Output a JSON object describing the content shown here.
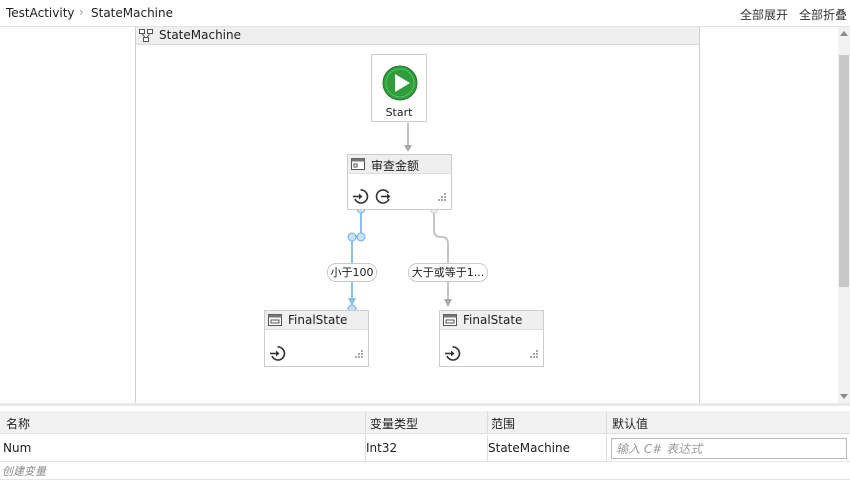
{
  "breadcrumb": {
    "root": "TestActivity",
    "current": "StateMachine"
  },
  "toolbar": {
    "expand_all": "全部展开",
    "collapse_all": "全部折叠"
  },
  "container": {
    "title": "StateMachine"
  },
  "start_node": {
    "label": "Start"
  },
  "states": {
    "review": {
      "title": "审查金额"
    },
    "final_left": {
      "title": "FinalState"
    },
    "final_right": {
      "title": "FinalState"
    }
  },
  "transitions": {
    "less": {
      "label": "小于100"
    },
    "greater": {
      "label": "大于或等于1..."
    }
  },
  "variables": {
    "headers": {
      "name": "名称",
      "type": "变量类型",
      "scope": "范围",
      "default": "默认值"
    },
    "rows": [
      {
        "name": "Num",
        "type": "Int32",
        "scope": "StateMachine",
        "default_placeholder": "输入 C# 表达式"
      }
    ],
    "create_label": "创建变量"
  },
  "colors": {
    "start_green": "#2e9e3a",
    "selected_link": "#8cc0ea",
    "link_gray": "#a9a9a9"
  }
}
